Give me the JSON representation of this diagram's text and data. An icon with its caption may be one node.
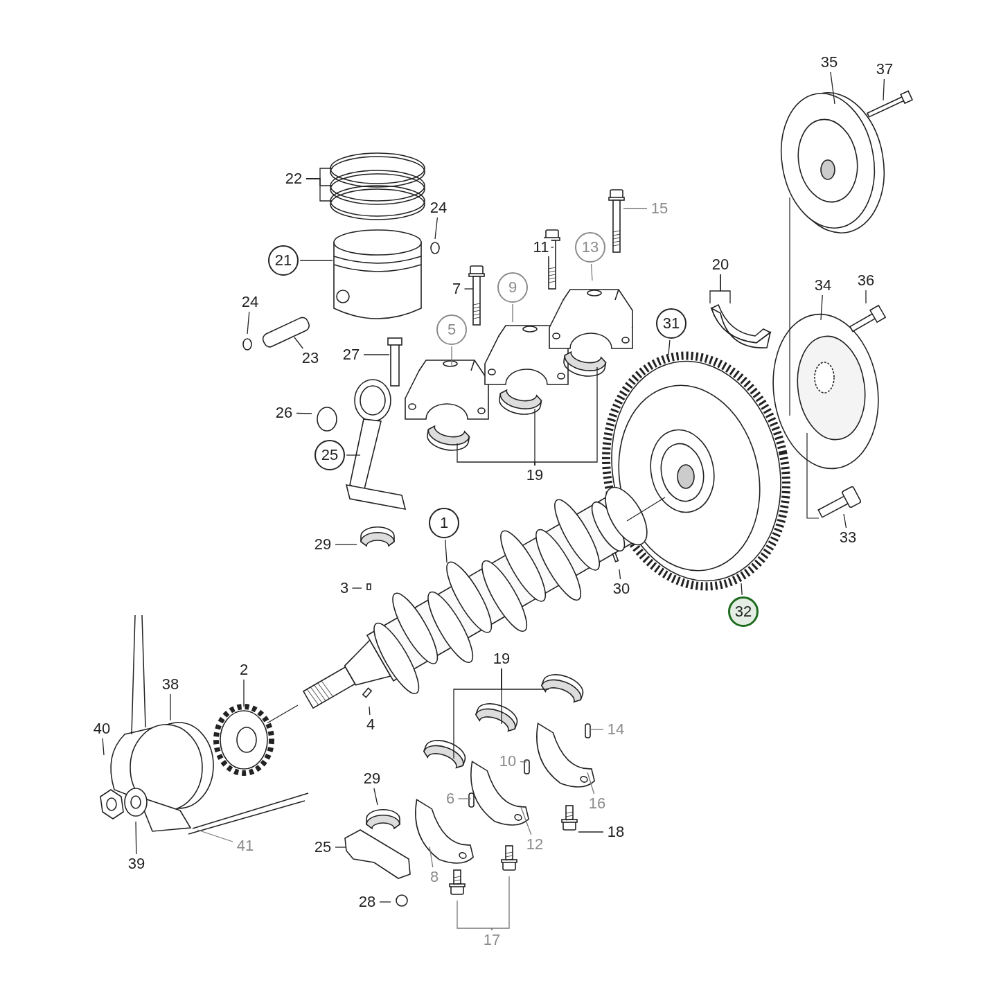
{
  "diagram": {
    "nodes": [
      {
        "text": [
          "35"
        ]
      },
      {
        "text": [
          "37"
        ]
      },
      {
        "text": [
          "22"
        ]
      },
      {
        "text": [
          "24"
        ]
      },
      {
        "text": [
          "21"
        ]
      },
      {
        "text": [
          "15"
        ]
      },
      {
        "text": [
          "11"
        ]
      },
      {
        "text": [
          "13"
        ]
      },
      {
        "text": [
          "7"
        ]
      },
      {
        "text": [
          "9"
        ]
      },
      {
        "text": [
          "20"
        ]
      },
      {
        "text": [
          "34"
        ]
      },
      {
        "text": [
          "36"
        ]
      },
      {
        "text": [
          "31"
        ]
      },
      {
        "text": [
          "24"
        ]
      },
      {
        "text": [
          "23"
        ]
      },
      {
        "text": [
          "27"
        ]
      },
      {
        "text": [
          "5"
        ]
      },
      {
        "text": [
          "26"
        ]
      },
      {
        "text": [
          "25"
        ]
      },
      {
        "text": [
          "19"
        ]
      },
      {
        "text": [
          "33"
        ]
      },
      {
        "text": [
          "1"
        ]
      },
      {
        "text": [
          "29"
        ]
      },
      {
        "text": [
          "30"
        ]
      },
      {
        "text": [
          "3"
        ]
      },
      {
        "text": [
          "32"
        ]
      },
      {
        "text": [
          "19"
        ]
      },
      {
        "text": [
          "2"
        ]
      },
      {
        "text": [
          "38"
        ]
      },
      {
        "text": [
          "4"
        ]
      },
      {
        "text": [
          "40"
        ]
      },
      {
        "text": [
          "14"
        ]
      },
      {
        "text": [
          "10"
        ]
      },
      {
        "text": [
          "29"
        ]
      },
      {
        "text": [
          "6"
        ]
      },
      {
        "text": [
          "16"
        ]
      },
      {
        "text": [
          "12"
        ]
      },
      {
        "text": [
          "18"
        ]
      },
      {
        "text": [
          "41"
        ]
      },
      {
        "text": [
          "25"
        ]
      },
      {
        "text": [
          "39"
        ]
      },
      {
        "text": [
          "8"
        ]
      },
      {
        "text": [
          "28"
        ]
      },
      {
        "text": [
          "17"
        ]
      }
    ],
    "edges": [
      {
        "from": 0,
        "to": null,
        "arrow": "none"
      },
      {
        "from": 1,
        "to": null,
        "arrow": "none"
      },
      {
        "from": 2,
        "to": null,
        "arrow": "none"
      },
      {
        "from": 2,
        "to": null,
        "arrow": "none"
      },
      {
        "from": 2,
        "to": null,
        "arrow": "none"
      },
      {
        "from": 3,
        "to": null,
        "arrow": "none"
      },
      {
        "from": 4,
        "to": null,
        "arrow": "none"
      },
      {
        "from": 5,
        "to": null,
        "arrow": "none"
      },
      {
        "from": 6,
        "to": null,
        "arrow": "none"
      },
      {
        "from": 7,
        "to": null,
        "arrow": "none"
      },
      {
        "from": 8,
        "to": null,
        "arrow": "none"
      },
      {
        "from": 9,
        "to": null,
        "arrow": "none"
      },
      {
        "from": 10,
        "to": null,
        "arrow": "none"
      },
      {
        "from": 10,
        "to": null,
        "arrow": "none"
      },
      {
        "from": 11,
        "to": null,
        "arrow": "none"
      },
      {
        "from": 12,
        "to": null,
        "arrow": "none"
      },
      {
        "from": 13,
        "to": null,
        "arrow": "none"
      },
      {
        "from": 14,
        "to": null,
        "arrow": "none"
      },
      {
        "from": 15,
        "to": null,
        "arrow": "none"
      },
      {
        "from": 16,
        "to": null,
        "arrow": "none"
      },
      {
        "from": 17,
        "to": null,
        "arrow": "none"
      },
      {
        "from": 18,
        "to": null,
        "arrow": "none"
      },
      {
        "from": 19,
        "to": null,
        "arrow": "none"
      },
      {
        "from": 20,
        "to": null,
        "arrow": "none"
      },
      {
        "from": 20,
        "to": null,
        "arrow": "none"
      },
      {
        "from": 20,
        "to": null,
        "arrow": "none"
      },
      {
        "from": 21,
        "to": null,
        "arrow": "none"
      },
      {
        "from": 22,
        "to": null,
        "arrow": "none"
      },
      {
        "from": 23,
        "to": null,
        "arrow": "none"
      },
      {
        "from": 24,
        "to": null,
        "arrow": "none"
      },
      {
        "from": 25,
        "to": null,
        "arrow": "none"
      },
      {
        "from": 26,
        "to": null,
        "arrow": "none"
      },
      {
        "from": 27,
        "to": null,
        "arrow": "none"
      },
      {
        "from": 27,
        "to": null,
        "arrow": "none"
      },
      {
        "from": 27,
        "to": null,
        "arrow": "none"
      },
      {
        "from": 28,
        "to": null,
        "arrow": "none"
      },
      {
        "from": 29,
        "to": null,
        "arrow": "none"
      },
      {
        "from": 30,
        "to": null,
        "arrow": "none"
      },
      {
        "from": 31,
        "to": null,
        "arrow": "none"
      },
      {
        "from": 32,
        "to": null,
        "arrow": "none"
      },
      {
        "from": 33,
        "to": null,
        "arrow": "none"
      },
      {
        "from": 34,
        "to": null,
        "arrow": "none"
      },
      {
        "from": 35,
        "to": null,
        "arrow": "none"
      },
      {
        "from": 36,
        "to": null,
        "arrow": "none"
      },
      {
        "from": 37,
        "to": null,
        "arrow": "none"
      },
      {
        "from": 38,
        "to": null,
        "arrow": "none"
      },
      {
        "from": 39,
        "to": null,
        "arrow": "none"
      },
      {
        "from": 40,
        "to": null,
        "arrow": "none"
      },
      {
        "from": 41,
        "to": null,
        "arrow": "none"
      },
      {
        "from": 42,
        "to": null,
        "arrow": "none"
      },
      {
        "from": 43,
        "to": null,
        "arrow": "none"
      },
      {
        "from": 44,
        "to": null,
        "arrow": "none"
      },
      {
        "from": 44,
        "to": null,
        "arrow": "none"
      }
    ]
  }
}
